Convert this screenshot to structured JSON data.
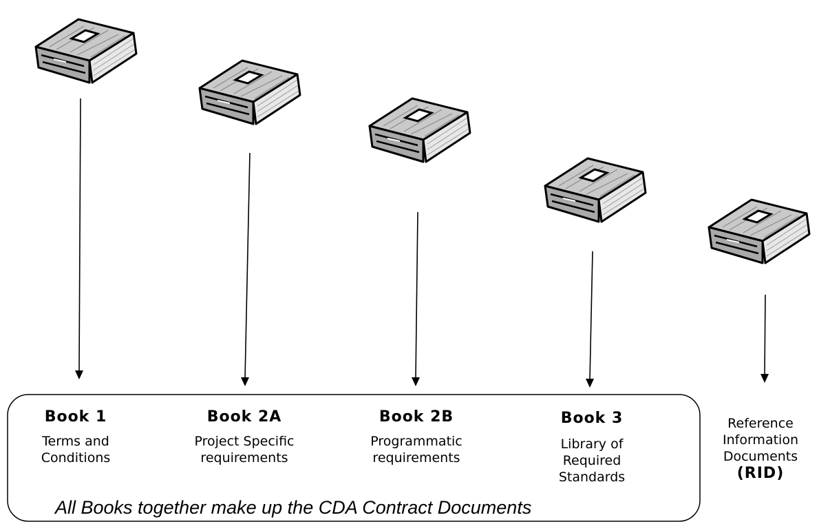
{
  "books": [
    {
      "id": "book1",
      "title": "Book 1",
      "description": "Terms and\nConditions"
    },
    {
      "id": "book2a",
      "title": "Book 2A",
      "description": "Project Specific\nrequirements"
    },
    {
      "id": "book2b",
      "title": "Book 2B",
      "description": "Programmatic\nrequirements"
    },
    {
      "id": "book3",
      "title": "Book 3",
      "description": "Library of\nRequired\nStandards"
    }
  ],
  "rid": {
    "description": "Reference\nInformation\nDocuments",
    "title": "(RID)"
  },
  "caption": "All Books together make up the CDA Contract Documents",
  "icon": "book-icon"
}
